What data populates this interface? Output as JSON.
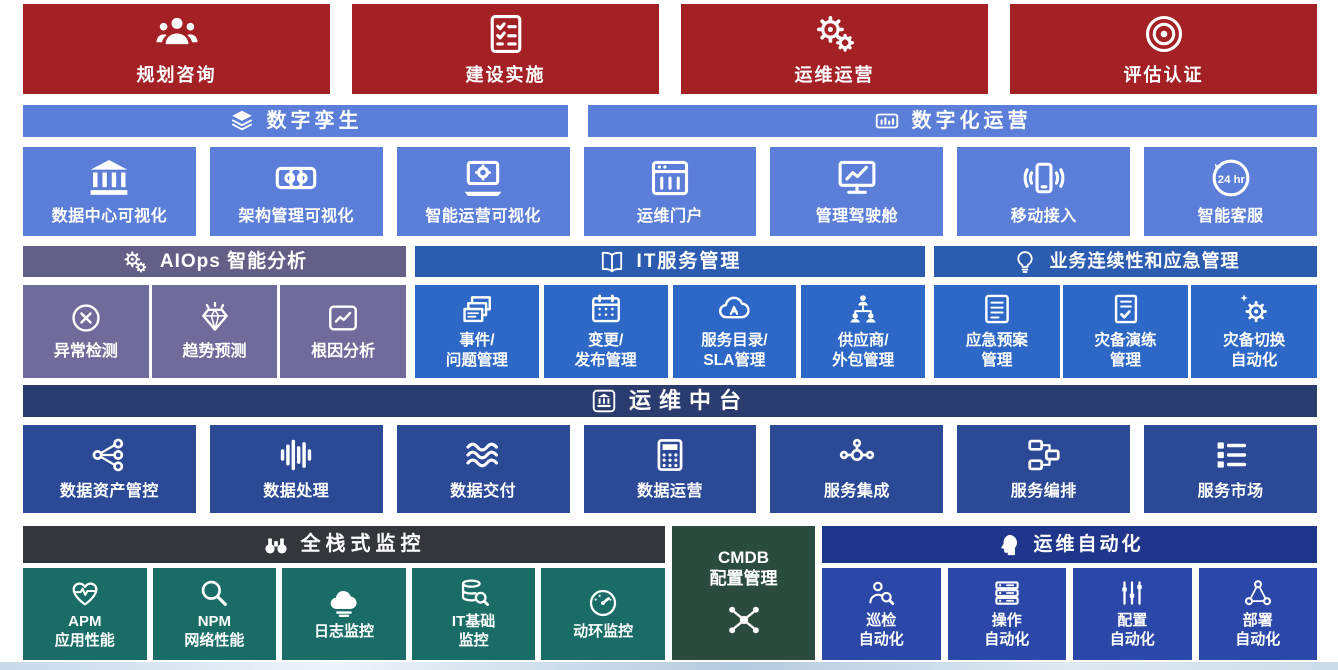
{
  "phases": [
    {
      "label": "规划咨询",
      "icon": "people-group"
    },
    {
      "label": "建设实施",
      "icon": "checklist"
    },
    {
      "label": "运维运营",
      "icon": "gears"
    },
    {
      "label": "评估认证",
      "icon": "target"
    }
  ],
  "visualization": {
    "digital_twin_header": {
      "label": "数字孪生",
      "icon": "layers"
    },
    "digital_ops_header": {
      "label": "数字化运营",
      "icon": "chart-device"
    },
    "items": [
      {
        "label": "数据中心可视化",
        "icon": "bank"
      },
      {
        "label": "架构管理可视化",
        "icon": "linked-cards"
      },
      {
        "label": "智能运营可视化",
        "icon": "laptop-gear"
      },
      {
        "label": "运维门户",
        "icon": "browser"
      },
      {
        "label": "管理驾驶舱",
        "icon": "monitor-chart"
      },
      {
        "label": "移动接入",
        "icon": "mobile-signal"
      },
      {
        "label": "智能客服",
        "icon": "clock-24"
      }
    ]
  },
  "analysis": {
    "aiops": {
      "header": {
        "label": "AIOps 智能分析",
        "icon": "gears"
      },
      "items": [
        {
          "label": "异常检测",
          "icon": "error-circle"
        },
        {
          "label": "趋势预测",
          "icon": "diamond-shine"
        },
        {
          "label": "根因分析",
          "icon": "chart-box"
        }
      ]
    },
    "itsm": {
      "header": {
        "label": "IT服务管理",
        "icon": "book"
      },
      "items": [
        {
          "label": "事件/\n问题管理",
          "icon": "stacked-cards"
        },
        {
          "label": "变更/\n发布管理",
          "icon": "calendar"
        },
        {
          "label": "服务目录/\nSLA管理",
          "icon": "cloud-a"
        },
        {
          "label": "供应商/\n外包管理",
          "icon": "org-people"
        }
      ]
    },
    "bc": {
      "header": {
        "label": "业务连续性和应急管理",
        "icon": "bulb"
      },
      "items": [
        {
          "label": "应急预案\n管理",
          "icon": "document-lines"
        },
        {
          "label": "灾备演练\n管理",
          "icon": "building-check"
        },
        {
          "label": "灾备切换\n自动化",
          "icon": "gear-sparkle"
        }
      ]
    }
  },
  "middle_platform": {
    "header": {
      "label": "运维中台",
      "icon": "bank-badge"
    },
    "items": [
      {
        "label": "数据资产管控",
        "icon": "share-nodes"
      },
      {
        "label": "数据处理",
        "icon": "waveform"
      },
      {
        "label": "数据交付",
        "icon": "waves"
      },
      {
        "label": "数据运营",
        "icon": "calculator"
      },
      {
        "label": "服务集成",
        "icon": "integration-nodes"
      },
      {
        "label": "服务编排",
        "icon": "orchestration"
      },
      {
        "label": "服务市场",
        "icon": "list-squares"
      }
    ]
  },
  "monitoring": {
    "header": {
      "label": "全栈式监控",
      "icon": "binoculars"
    },
    "items": [
      {
        "label": "APM\n应用性能",
        "icon": "heart-pulse"
      },
      {
        "label": "NPM\n网络性能",
        "icon": "magnifier"
      },
      {
        "label": "日志监控",
        "icon": "cloud-server"
      },
      {
        "label": "IT基础\n监控",
        "icon": "db-magnifier"
      },
      {
        "label": "动环监控",
        "icon": "gauge"
      }
    ]
  },
  "cmdb": {
    "label": "CMDB\n配置管理",
    "icon": "network-star"
  },
  "automation": {
    "header": {
      "label": "运维自动化",
      "icon": "head-gear"
    },
    "items": [
      {
        "label": "巡检\n自动化",
        "icon": "person-magnifier"
      },
      {
        "label": "操作\n自动化",
        "icon": "server-stack"
      },
      {
        "label": "配置\n自动化",
        "icon": "sliders"
      },
      {
        "label": "部署\n自动化",
        "icon": "deploy-nodes"
      }
    ]
  },
  "colors": {
    "phase_red": "#A32024",
    "viz_blue": "#5B7ED8",
    "aiops_header": "#636088",
    "aiops_block": "#6F6C9B",
    "itsm_header": "#2B5CB0",
    "itsm_block": "#2E68C6",
    "mid_header": "#2A3B6E",
    "mid_block": "#2C4996",
    "mon_header": "#33363B",
    "mon_block": "#196D66",
    "cmdb_green": "#2B4B3D",
    "auto_header": "#20368A",
    "auto_block": "#2B47A8"
  }
}
